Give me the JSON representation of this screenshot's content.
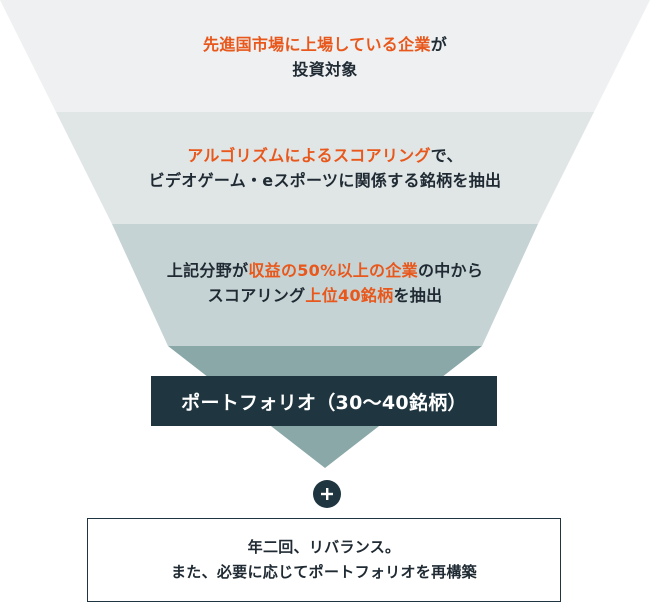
{
  "stage1": {
    "highlight": "先進国市場に上場している企業",
    "text_a": "が",
    "line2": "投資対象"
  },
  "stage2": {
    "highlight": "アルゴリズムによるスコアリング",
    "text_a": "で、",
    "line2": "ビデオゲーム・eスポーツに関係する銘柄を抽出"
  },
  "stage3": {
    "text_a": "上記分野が",
    "highlight_a": "収益の50%以上の企業",
    "text_b": "の中から",
    "text_c": "スコアリング",
    "highlight_b": "上位40銘柄",
    "text_d": "を抽出"
  },
  "portfolio": {
    "label": "ポートフォリオ（30〜40銘柄）"
  },
  "result": {
    "line1": "年二回、リバランス。",
    "line2": "また、必要に応じてポートフォリオを再構築"
  },
  "colors": {
    "band1": "#eef0f1",
    "band2": "#e0e5e6",
    "band3": "#c6d3d4",
    "band4": "#8aa8a7",
    "highlight": "#e8581c",
    "dark": "#1f3540"
  },
  "icons": {
    "plus": "plus-icon"
  }
}
